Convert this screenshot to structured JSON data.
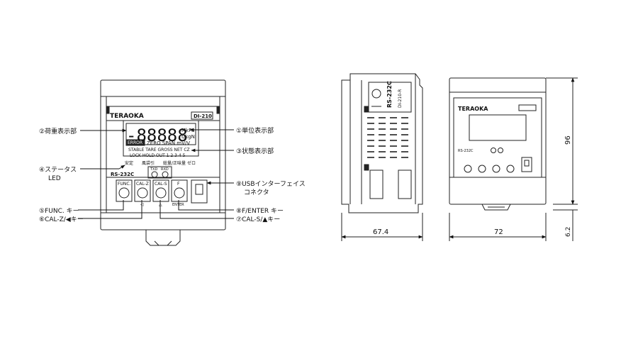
{
  "front": {
    "brand": "TERAOKA",
    "model": "DI-210",
    "display_value": "-88888",
    "unit_1": "MkPa",
    "unit_2": "t/kgN",
    "error_badge": "ERROR",
    "status_row1": "ZERO SPAN mV/V",
    "status_row2": "STABLE TARE GROSS NET CZ",
    "status_row3": "LOCK HOLD OUT 1 2 3 4 5",
    "led_labels": [
      "安定",
      "風袋引",
      "総量/正味量",
      "ゼロ"
    ],
    "rs232c": "RS-232C",
    "txd": "TXD",
    "rxd": "RXD",
    "keys": [
      {
        "label": "FUNC.",
        "sub": ""
      },
      {
        "label": "CAL-Z",
        "sub": "◁"
      },
      {
        "label": "CAL-S",
        "sub": "△"
      },
      {
        "label": "F",
        "sub": "ENTER"
      }
    ]
  },
  "callouts": {
    "weight_display": "②荷重表示部",
    "unit_display": "①単位表示部",
    "state_display": "③状態表示部",
    "status_led_1": "④ステータス",
    "status_led_2": "LED",
    "usb_1": "⑨USBインターフェイス",
    "usb_2": "コネクタ",
    "func_key": "⑤FUNC. キー",
    "calz_key": "⑥CAL-Z/◀キー",
    "fenter_key": "⑧F/ENTER キー",
    "cals_key": "⑦CAL-S/▲キー"
  },
  "side": {
    "rs232c": "RS-232C",
    "model": "DI-210-R",
    "width_dim": "67.4"
  },
  "right": {
    "brand": "TERAOKA",
    "rs_label": "RS-232C",
    "width_dim": "72",
    "height_dim": "96",
    "small_dim": "6.2"
  }
}
